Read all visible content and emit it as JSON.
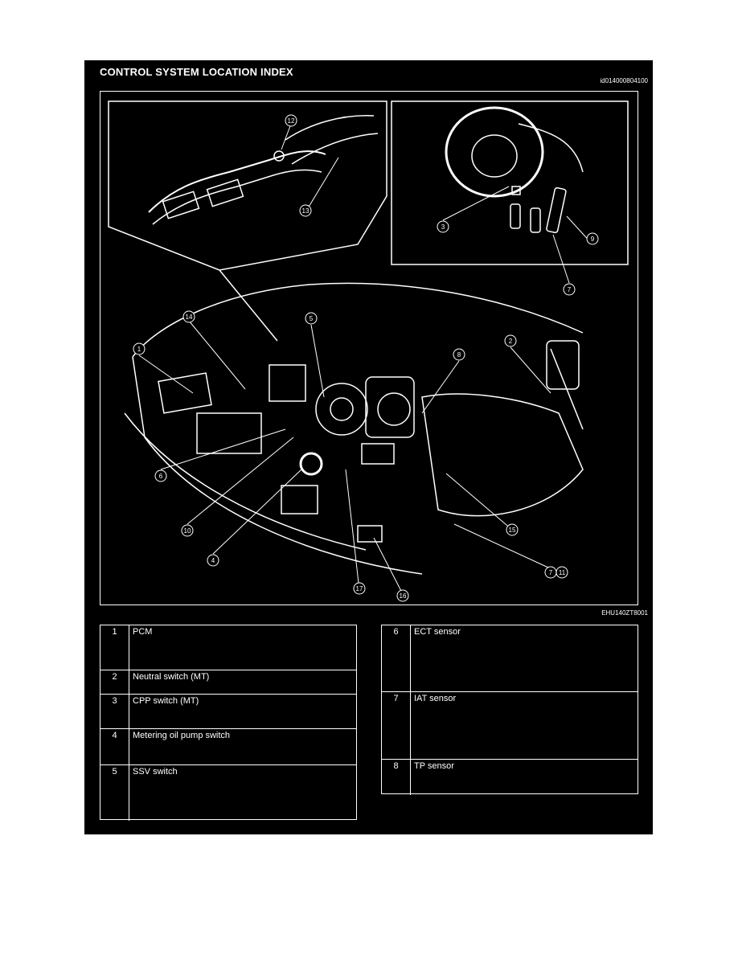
{
  "header": {
    "title": "CONTROL SYSTEM LOCATION INDEX",
    "doc_id": "id014000804100"
  },
  "figure": {
    "code": "EHU140ZT8001",
    "callouts": [
      "1",
      "2",
      "3",
      "4",
      "5",
      "6",
      "7",
      "8",
      "9",
      "10",
      "11",
      "12",
      "13",
      "14",
      "15",
      "16",
      "17"
    ]
  },
  "table_left": [
    {
      "num": "1",
      "label": "PCM"
    },
    {
      "num": "2",
      "label": "Neutral switch (MT)"
    },
    {
      "num": "3",
      "label": "CPP switch (MT)"
    },
    {
      "num": "4",
      "label": "Metering oil pump switch"
    },
    {
      "num": "5",
      "label": "SSV switch"
    }
  ],
  "table_right": [
    {
      "num": "6",
      "label": "ECT sensor"
    },
    {
      "num": "7",
      "label": "IAT sensor"
    },
    {
      "num": "8",
      "label": "TP sensor"
    }
  ]
}
